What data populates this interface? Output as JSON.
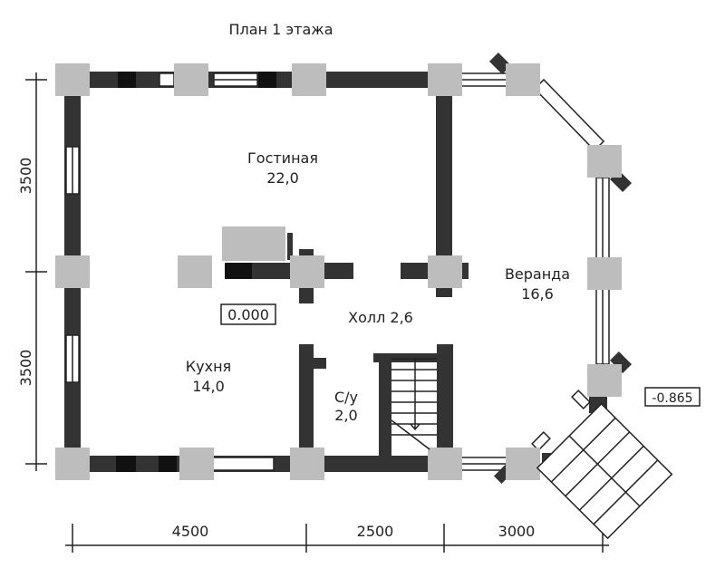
{
  "title": "План 1 этажа",
  "rooms": [
    {
      "name": "Гостиная",
      "area": "22,0"
    },
    {
      "name": "Холл 2,6",
      "area": ""
    },
    {
      "name": "Веранда",
      "area": "16,6"
    },
    {
      "name": "Кухня",
      "area": "14,0"
    },
    {
      "name": "С/у",
      "area": "2,0"
    }
  ],
  "levels": {
    "main": "0.000",
    "veranda": "-0.865"
  },
  "dimensions": {
    "vertical": [
      "3500",
      "3500"
    ],
    "horizontal": [
      "4500",
      "2500",
      "3000"
    ]
  }
}
